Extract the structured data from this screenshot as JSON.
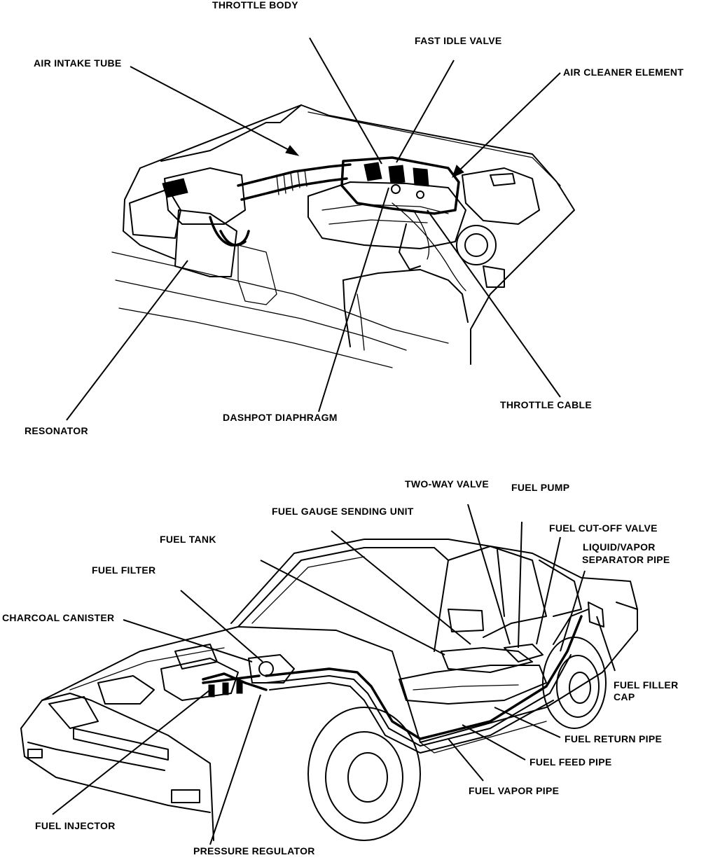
{
  "labels": {
    "throttle_body": "THROTTLE BODY",
    "fast_idle_valve": "FAST IDLE VALVE",
    "air_intake_tube": "AIR INTAKE TUBE",
    "air_cleaner_element": "AIR CLEANER ELEMENT",
    "resonator": "RESONATOR",
    "dashpot_diaphragm": "DASHPOT DIAPHRAGM",
    "throttle_cable": "THROTTLE CABLE",
    "two_way_valve": "TWO-WAY VALVE",
    "fuel_pump": "FUEL PUMP",
    "fuel_gauge_sending_unit": "FUEL GAUGE SENDING UNIT",
    "fuel_cut_off_valve": "FUEL CUT-OFF VALVE",
    "fuel_tank": "FUEL TANK",
    "liquid_vapor_separator_pipe_line1": "LIQUID/VAPOR",
    "liquid_vapor_separator_pipe_line2": "SEPARATOR PIPE",
    "fuel_filter": "FUEL FILTER",
    "charcoal_canister": "CHARCOAL CANISTER",
    "fuel_filler_cap_line1": "FUEL FILLER",
    "fuel_filler_cap_line2": "CAP",
    "fuel_return_pipe": "FUEL RETURN PIPE",
    "fuel_feed_pipe": "FUEL FEED PIPE",
    "fuel_vapor_pipe": "FUEL VAPOR PIPE",
    "fuel_injector": "FUEL INJECTOR",
    "pressure_regulator": "PRESSURE REGULATOR"
  }
}
